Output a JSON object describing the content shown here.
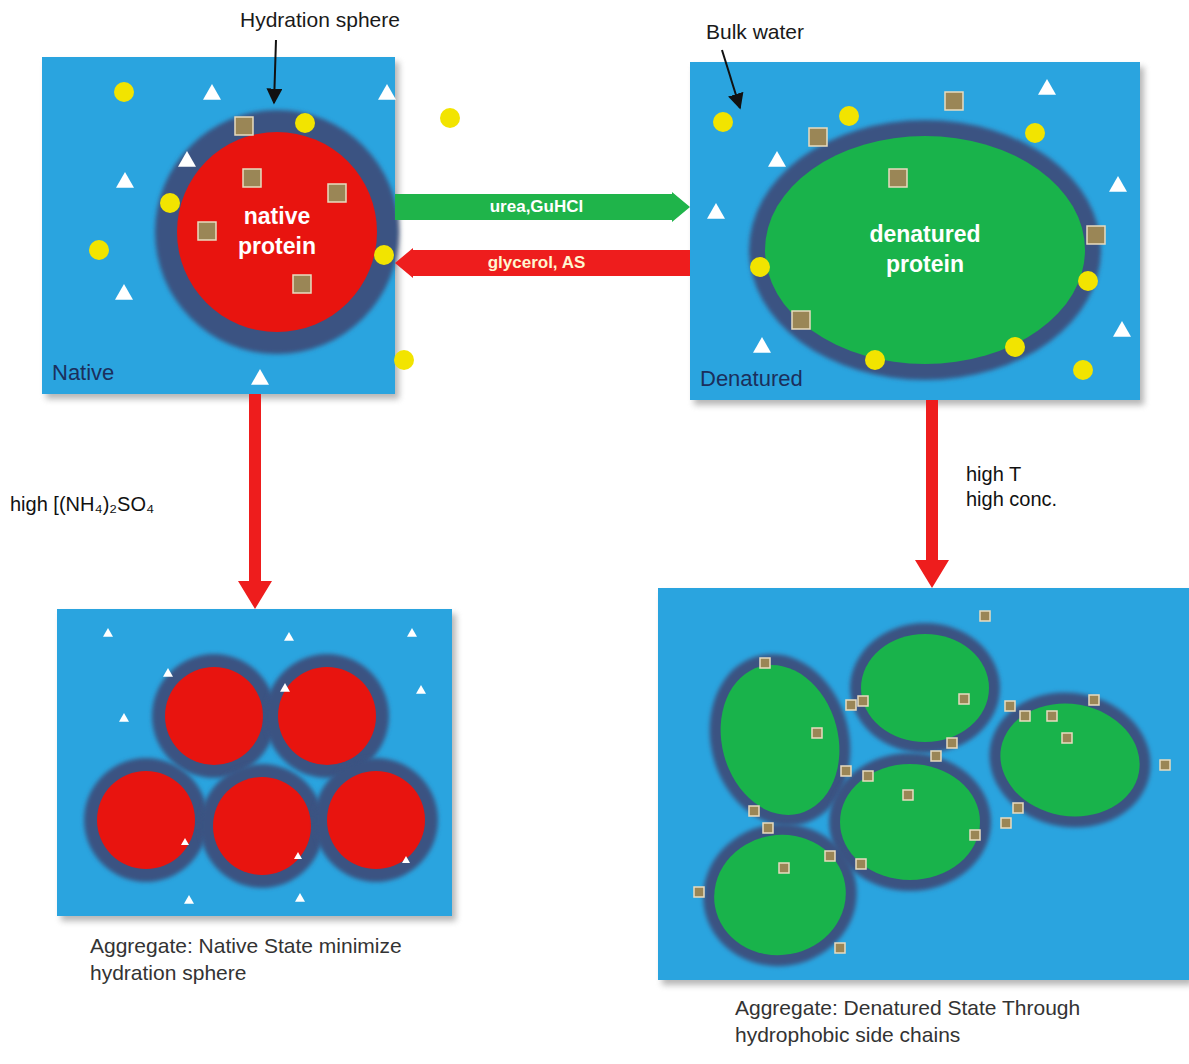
{
  "diagram": {
    "nodes": [
      {
        "text": [
          "Native"
        ]
      },
      {
        "text": [
          "native protein"
        ],
        "in": 0
      },
      {
        "text": [
          "Denatured"
        ]
      },
      {
        "text": [
          "denatured protein"
        ],
        "in": 2
      },
      {
        "text": [
          "Aggregate: Native State minimize hydration sphere"
        ]
      },
      {
        "text": [
          "Aggregate: Denatured State Through hydrophobic side chains"
        ]
      }
    ],
    "edges": [
      {
        "from": 0,
        "to": 2,
        "arrow": "to",
        "label": "urea,GuHCl"
      },
      {
        "from": 2,
        "to": 0,
        "arrow": "to",
        "label": "glycerol, AS"
      },
      {
        "from": 0,
        "to": 4,
        "arrow": "to",
        "label": "high [(NH₄)₂SO₄"
      },
      {
        "from": 2,
        "to": 5,
        "arrow": "to",
        "label": "high T high conc."
      }
    ],
    "labels": [
      "Hydration sphere",
      "Bulk water"
    ]
  }
}
